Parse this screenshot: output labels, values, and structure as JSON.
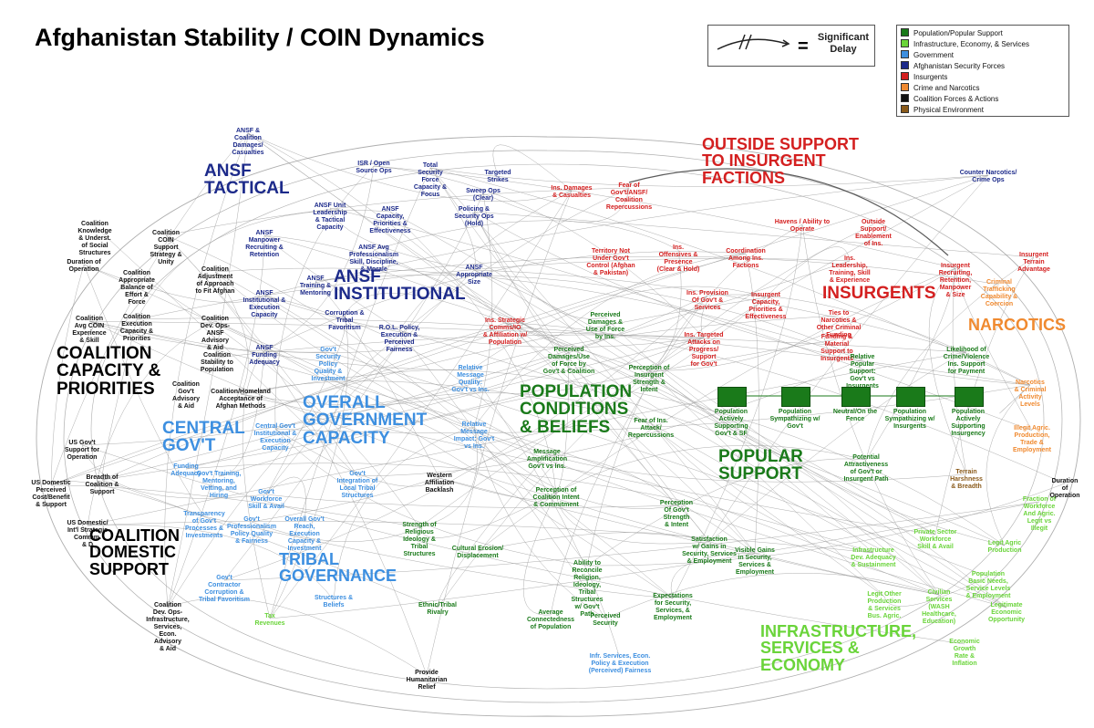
{
  "title": "Afghanistan Stability / COIN Dynamics",
  "delay_legend": {
    "symbol": "=",
    "label_line1": "Significant",
    "label_line2": "Delay"
  },
  "colors": {
    "population": "#1a7a1a",
    "infrastructure": "#6ad43a",
    "government": "#3d8fe0",
    "ansf": "#1c2a8a",
    "insurgents": "#d42020",
    "narcotics": "#f08a30",
    "coalition": "#111111",
    "physical": "#8a5a1a",
    "links": "#9a9a9a"
  },
  "legend": [
    {
      "label": "Population/Popular Support",
      "color": "#1a7a1a"
    },
    {
      "label": "Infrastructure, Economy, & Services",
      "color": "#6ad43a"
    },
    {
      "label": "Government",
      "color": "#3d8fe0"
    },
    {
      "label": "Afghanistan Security Forces",
      "color": "#1c2a8a"
    },
    {
      "label": "Insurgents",
      "color": "#d42020"
    },
    {
      "label": "Crime and Narcotics",
      "color": "#f08a30"
    },
    {
      "label": "Coalition Forces & Actions",
      "color": "#111111"
    },
    {
      "label": "Physical Environment",
      "color": "#8a5a1a"
    }
  ],
  "sectors": {
    "ansf_tactical": {
      "line1": "ANSF",
      "line2": "TACTICAL"
    },
    "ansf_institutional": {
      "line1": "ANSF",
      "line2": "INSTITUTIONAL"
    },
    "outside_support": {
      "line1": "OUTSIDE SUPPORT",
      "line2": "TO INSURGENT",
      "line3": "FACTIONS"
    },
    "insurgents": {
      "line1": "INSURGENTS"
    },
    "narcotics": {
      "line1": "NARCOTICS"
    },
    "coalition_capacity": {
      "line1": "COALITION",
      "line2": "CAPACITY &",
      "line3": "PRIORITIES"
    },
    "overall_gov": {
      "line1": "OVERALL",
      "line2": "GOVERNMENT",
      "line3": "CAPACITY"
    },
    "central_gov": {
      "line1": "CENTRAL",
      "line2": "GOV'T"
    },
    "population": {
      "line1": "POPULATION",
      "line2": "CONDITIONS",
      "line3": "& BELIEFS"
    },
    "popular_support": {
      "line1": "POPULAR",
      "line2": "SUPPORT"
    },
    "coalition_domestic": {
      "line1": "COALITION",
      "line2": "DOMESTIC",
      "line3": "SUPPORT"
    },
    "tribal": {
      "line1": "TRIBAL",
      "line2": "GOVERNANCE"
    },
    "infrastructure": {
      "line1": "INFRASTRUCTURE,",
      "line2": "SERVICES &",
      "line3": "ECONOMY"
    }
  },
  "popular_support_chain": [
    "Population Actively Supporting Gov't & SF",
    "Population Sympathizing w/ Gov't",
    "Neutral/On the Fence",
    "Population Sympathizing w/ Insurgents",
    "Population Actively Supporting Insurgency"
  ],
  "nodes": [
    {
      "text": "ANSF &\nCoalition\nDamages/\nCasualties",
      "color": "ansf"
    },
    {
      "text": "ISR / Open\nSource Ops",
      "color": "ansf"
    },
    {
      "text": "Total\nSecurity\nForce\nCapacity &\nFocus",
      "color": "ansf"
    },
    {
      "text": "Targeted\nStrikes",
      "color": "ansf"
    },
    {
      "text": "Sweep Ops\n(Clear)",
      "color": "ansf"
    },
    {
      "text": "Policing &\nSecurity Ops\n(Hold)",
      "color": "ansf"
    },
    {
      "text": "ANSF Unit\nLeadership\n& Tactical\nCapacity",
      "color": "ansf"
    },
    {
      "text": "ANSF\nCapacity,\nPriorities &\nEffectiveness",
      "color": "ansf"
    },
    {
      "text": "ANSF\nManpower\nRecruiting &\nRetention",
      "color": "ansf"
    },
    {
      "text": "ANSF Avg\nProfessionalism\nSkill, Discipline,\n& Morale",
      "color": "ansf"
    },
    {
      "text": "ANSF\nTraining &\nMentoring",
      "color": "ansf"
    },
    {
      "text": "ANSF\nInstitutional &\nExecution\nCapacity",
      "color": "ansf"
    },
    {
      "text": "Corruption &\nTribal\nFavoritism",
      "color": "ansf"
    },
    {
      "text": "ANSF\nFunding\nAdequacy",
      "color": "ansf"
    },
    {
      "text": "R.O.L. Policy,\nExecution &\nPerceived\nFairness",
      "color": "ansf"
    },
    {
      "text": "ANSF\nAppropriate\nSize",
      "color": "ansf"
    },
    {
      "text": "Ins. Damages\n& Casualties",
      "color": "insurgents"
    },
    {
      "text": "Fear of\nGov't/ANSF/\nCoalition\nRepercussions",
      "color": "insurgents"
    },
    {
      "text": "Havens / Ability to\nOperate",
      "color": "insurgents"
    },
    {
      "text": "Outside\nSupport/\nEnablement\nof Ins.",
      "color": "insurgents"
    },
    {
      "text": "Territory Not\nUnder Gov't\nControl (Afghan\n& Pakistan)",
      "color": "insurgents"
    },
    {
      "text": "Ins.\nOffensives &\nPresence\n(Clear & Hold)",
      "color": "insurgents"
    },
    {
      "text": "Coordination\nAmong Ins.\nFactions",
      "color": "insurgents"
    },
    {
      "text": "Ins.\nLeadership,\nTraining, Skill\n& Experience",
      "color": "insurgents"
    },
    {
      "text": "Insurgent\nRecruiting,\nRetention,\nManpower\n& Size",
      "color": "insurgents"
    },
    {
      "text": "Insurgent\nTerrain\nAdvantage",
      "color": "insurgents"
    },
    {
      "text": "Insurgent\nCapacity,\nPriorities &\nEffectiveness",
      "color": "insurgents"
    },
    {
      "text": "Ins. Provision\nOf Gov't &\nServices",
      "color": "insurgents"
    },
    {
      "text": "Ties to\nNarcotics &\nOther Criminal\nFunding",
      "color": "insurgents"
    },
    {
      "text": "Ins. Strategic\nComms/IO\n& Affiliation w/\nPopulation",
      "color": "insurgents"
    },
    {
      "text": "Ins. Targeted\nAttacks on\nProgress/\nSupport\nfor Gov't",
      "color": "insurgents"
    },
    {
      "text": "Funding &\nMaterial\nSupport to\nInsurgents",
      "color": "insurgents"
    },
    {
      "text": "Counter Narcotics/\nCrime Ops",
      "color": "ansf"
    },
    {
      "text": "Criminal\nTrafficking\nCapability &\nCoercion",
      "color": "narcotics"
    },
    {
      "text": "Narcotics\n& Criminal\nActivity\nLevels",
      "color": "narcotics"
    },
    {
      "text": "Illegit Agric.\nProduction,\nTrade &\nEmployment",
      "color": "narcotics"
    },
    {
      "text": "Perceived\nDamages &\nUse of Force\nby Ins.",
      "color": "population"
    },
    {
      "text": "Perceived\nDamages/Use\nof Force by\nGov't & Coalition",
      "color": "population"
    },
    {
      "text": "Perception of\nInsurgent\nStrength &\nIntent",
      "color": "population"
    },
    {
      "text": "Relative\nMessage\nQuality:\nGov't vs Ins.",
      "color": "government"
    },
    {
      "text": "Relative\nMessage\nImpact: Gov't\nvs Ins.",
      "color": "government"
    },
    {
      "text": "Message\nAmplification\nGov't vs Ins.",
      "color": "population"
    },
    {
      "text": "Fear of Ins.\nAttack/\nRepercussions",
      "color": "population"
    },
    {
      "text": "Perception of\nCoalition Intent\n& Commitment",
      "color": "population"
    },
    {
      "text": "Relative\nPopular\nSupport:\nGov't vs\nInsurgents",
      "color": "population"
    },
    {
      "text": "Likelihood of\nCrime/Violence\nIns. Support\nfor Payment",
      "color": "population"
    },
    {
      "text": "Potential\nAttractiveness\nof Gov't or\nInsurgent Path",
      "color": "population"
    },
    {
      "text": "Terrain\nHarshness\n& Breadth",
      "color": "physical"
    },
    {
      "text": "Perception\nOf Gov't\nStrength\n& Intent",
      "color": "population"
    },
    {
      "text": "Western\nAffiliation\nBacklash",
      "color": "coalition"
    },
    {
      "text": "Strength of\nReligious\nIdeology &\nTribal\nStructures",
      "color": "population"
    },
    {
      "text": "Cultural Erosion/\nDisplacement",
      "color": "population"
    },
    {
      "text": "Ethnic/Tribal\nRivalry",
      "color": "population"
    },
    {
      "text": "Ability to\nReconcile\nReligion,\nIdeology,\nTribal\nStructures\nw/ Gov't\nPath",
      "color": "population"
    },
    {
      "text": "Satisfaction\nw/ Gains in\nSecurity, Services\n& Employment",
      "color": "population"
    },
    {
      "text": "Visible Gains\nin Security,\nServices &\nEmployment",
      "color": "population"
    },
    {
      "text": "Expectations\nfor Security,\nServices, &\nEmployment",
      "color": "population"
    },
    {
      "text": "Average\nConnectedness\nof Population",
      "color": "population"
    },
    {
      "text": "Perceived\nSecurity",
      "color": "population"
    },
    {
      "text": "Infr. Services, Econ.\nPolicy & Execution\n(Perceived) Fairness",
      "color": "government"
    },
    {
      "text": "Infrastructure\nDev. Adequacy\n& Sustainment",
      "color": "infrastructure"
    },
    {
      "text": "Private Sector\nWorkforce\nSkill & Avail",
      "color": "infrastructure"
    },
    {
      "text": "Legit Agric\nProduction",
      "color": "infrastructure"
    },
    {
      "text": "Population\nBasic Needs,\nService Levels\n& Employment",
      "color": "infrastructure"
    },
    {
      "text": "Legit Other\nProduction\n& Services\nBus. Agric.",
      "color": "infrastructure"
    },
    {
      "text": "Civilian\nServices\n(WASH\nHealthcare,\nEducation)",
      "color": "infrastructure"
    },
    {
      "text": "Legitimate\nEconomic\nOpportunity",
      "color": "infrastructure"
    },
    {
      "text": "Economic\nGrowth\nRate &\nInflation",
      "color": "infrastructure"
    },
    {
      "text": "Fraction of\nWorkforce\nAnd Agric.\nLegit vs\nIllegit",
      "color": "infrastructure"
    },
    {
      "text": "Central Gov't\nInstitutional &\nExecution\nCapacity",
      "color": "government"
    },
    {
      "text": "Gov't\nSecurity\nPolicy\nQuality &\nInvestment",
      "color": "government"
    },
    {
      "text": "Gov't Training,\nMentoring,\nVetting, and\nHiring",
      "color": "government"
    },
    {
      "text": "Gov't\nWorkforce\nSkill & Avail",
      "color": "government"
    },
    {
      "text": "Gov't\nIntegration of\nLocal Tribal\nStructures",
      "color": "government"
    },
    {
      "text": "Transparency\nof Gov't\nProcesses &\nInvestments",
      "color": "government"
    },
    {
      "text": "Gov't\nProfessionalism\nPolicy Quality\n& Fairness",
      "color": "government"
    },
    {
      "text": "Overall Gov't\nReach,\nExecution\nCapacity &\nInvestment",
      "color": "government"
    },
    {
      "text": "Gov't\nContractor\nCorruption &\nTribal Favoritism",
      "color": "government"
    },
    {
      "text": "Tax\nRevenues",
      "color": "infrastructure"
    },
    {
      "text": "Structures &\nBeliefs",
      "color": "government"
    },
    {
      "text": "Funding\nAdequacy",
      "color": "government"
    },
    {
      "text": "Coalition\nKnowledge\n& Underst.\nof Social\nStructures",
      "color": "coalition"
    },
    {
      "text": "Coalition\nCOIN\nSupport\nStrategy &\nUnity",
      "color": "coalition"
    },
    {
      "text": "Duration of\nOperation",
      "color": "coalition"
    },
    {
      "text": "Coalition\nAppropriate\nBalance of\nEffort &\nForce",
      "color": "coalition"
    },
    {
      "text": "Coalition\nAdjustment\nof Approach\nto Fit Afghan",
      "color": "coalition"
    },
    {
      "text": "Coalition\nAvg COIN\nExperience\n& Skill",
      "color": "coalition"
    },
    {
      "text": "Coalition\nExecution\nCapacity &\nPriorities",
      "color": "coalition"
    },
    {
      "text": "Coalition\nDev. Ops-\nANSF\nAdvisory\n& Aid",
      "color": "coalition"
    },
    {
      "text": "Coalition\nStability to\nPopulation",
      "color": "coalition"
    },
    {
      "text": "Coalition\nGov't\nAdvisory\n& Aid",
      "color": "coalition"
    },
    {
      "text": "Coalition/Homeland\nAcceptance of\nAfghan Methods",
      "color": "coalition"
    },
    {
      "text": "US Gov't\nSupport for\nOperation",
      "color": "coalition"
    },
    {
      "text": "Breadth of\nCoalition &\nSupport",
      "color": "coalition"
    },
    {
      "text": "US Domestic\nPerceived\nCost/Benefit\n& Support",
      "color": "coalition"
    },
    {
      "text": "US Domestic/\nInt'l Strategic\nCommm.\n& D",
      "color": "coalition"
    },
    {
      "text": "Coalition\nDev. Ops-\nInfrastructure,\nServices,\nEcon.\nAdvisory\n& Aid",
      "color": "coalition"
    },
    {
      "text": "Provide\nHumanitarian\nRelief",
      "color": "coalition"
    },
    {
      "text": "Duration\nof\nOperation",
      "color": "coalition"
    }
  ]
}
